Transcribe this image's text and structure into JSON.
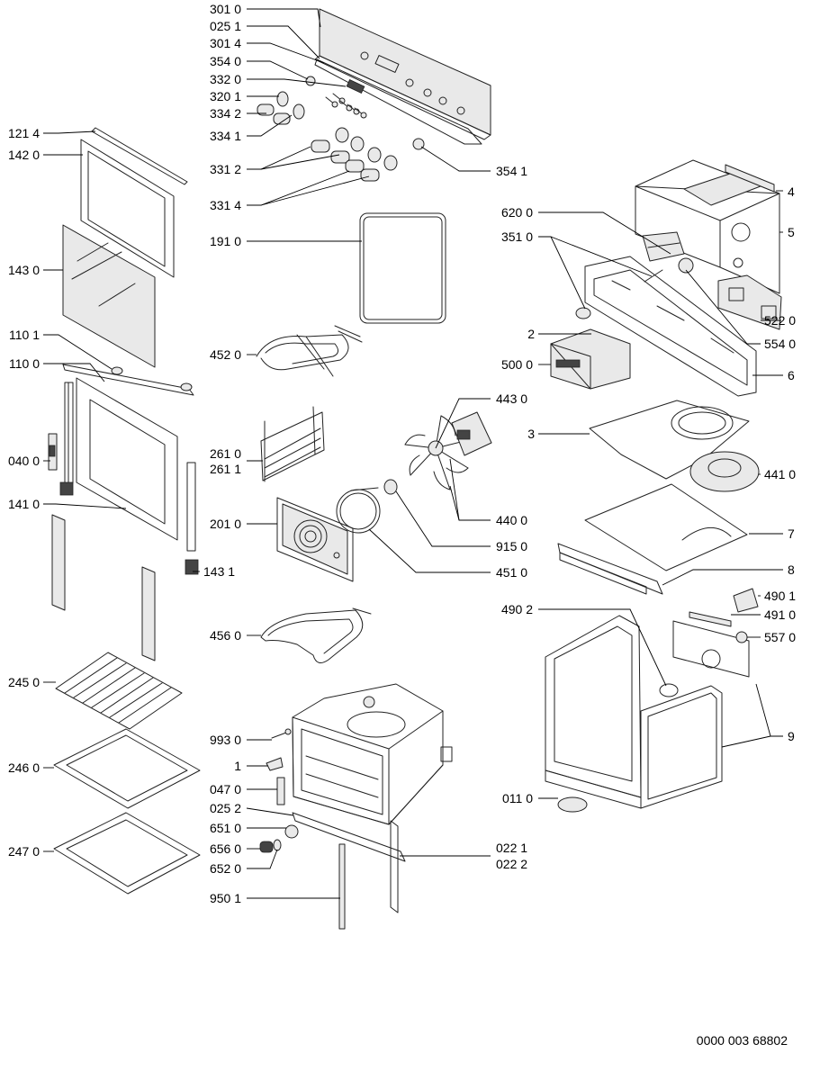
{
  "labels": {
    "l3010": "301 0",
    "l0251": "025 1",
    "l3014": "301 4",
    "l3540": "354 0",
    "l3320": "332 0",
    "l3201": "320 1",
    "l3342": "334 2",
    "l3341": "334 1",
    "l3312": "331 2",
    "l3314": "331 4",
    "l3541": "354 1",
    "l1214": "121 4",
    "l1420": "142 0",
    "l1430": "143 0",
    "l1101": "110 1",
    "l1100": "110 0",
    "l0400": "040 0",
    "l1410": "141 0",
    "l1431": "143 1",
    "l2450": "245 0",
    "l2460": "246 0",
    "l2470": "247 0",
    "l1910": "191 0",
    "l4520": "452 0",
    "l2610": "261 0",
    "l2611": "261 1",
    "l2010": "201 0",
    "l4560": "456 0",
    "l9930": "993 0",
    "l1": "1",
    "l0470": "047 0",
    "l0252": "025 2",
    "l6510": "651 0",
    "l6560": "656 0",
    "l6520": "652 0",
    "l9501": "950 1",
    "l0221": "022 1",
    "l0222": "022 2",
    "l4430": "443 0",
    "l4400": "440 0",
    "l9150": "915 0",
    "l4510": "451 0",
    "l4": "4",
    "l6200": "620 0",
    "l5": "5",
    "l3510": "351 0",
    "l5220": "522 0",
    "l2": "2",
    "l5540": "554 0",
    "l5000": "500 0",
    "l6": "6",
    "l3": "3",
    "l4410": "441 0",
    "l7": "7",
    "l8": "8",
    "l4901": "490 1",
    "l4902": "490 2",
    "l4910": "491 0",
    "l5570": "557 0",
    "l9": "9",
    "l0110": "011 0"
  },
  "document_code": "0000 003 68802"
}
